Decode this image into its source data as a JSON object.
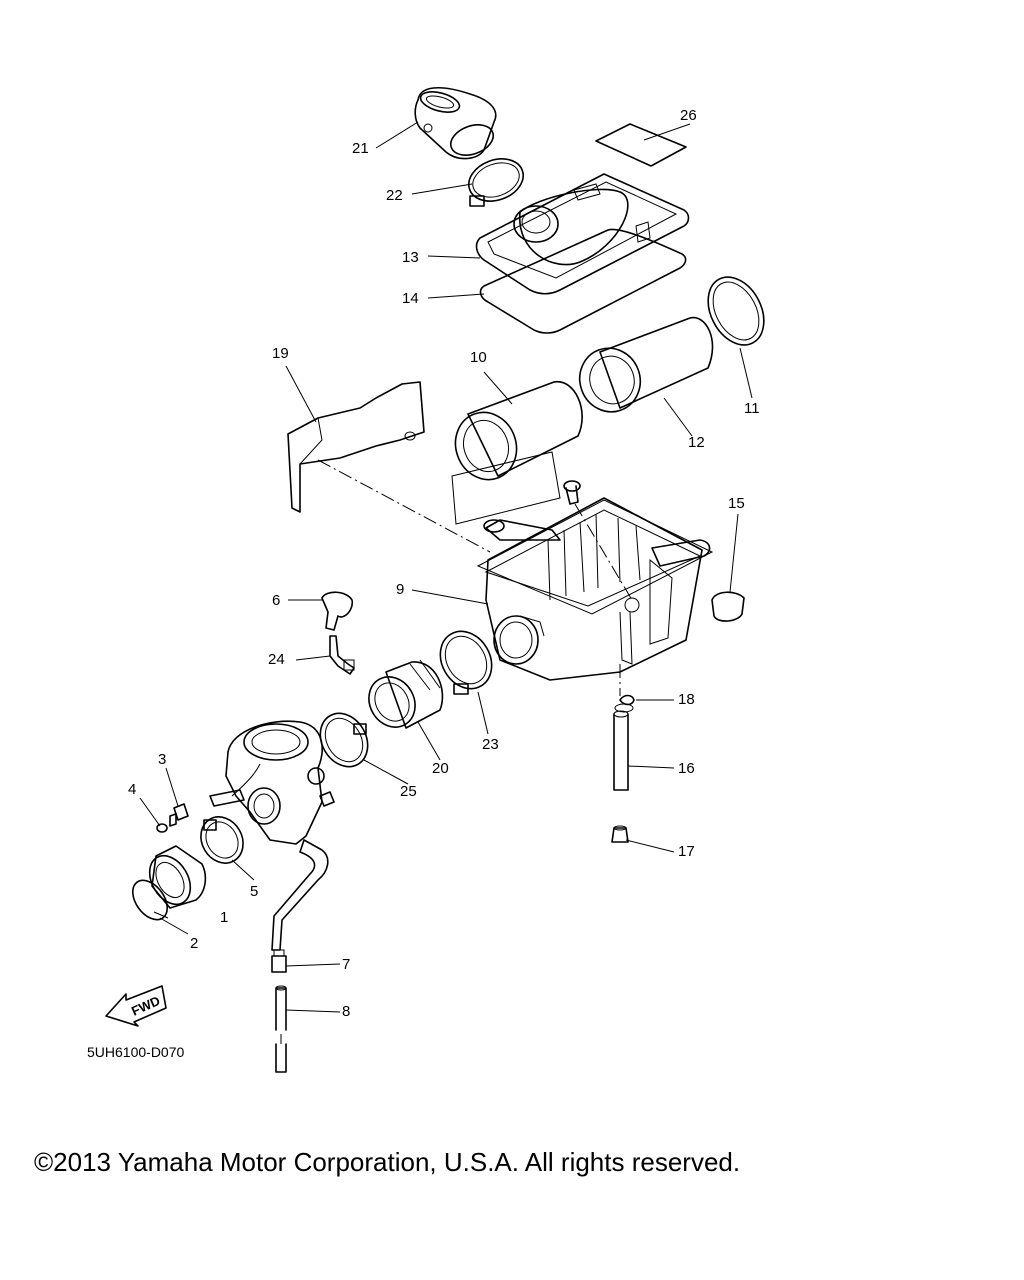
{
  "diagram": {
    "code": "5UH6100-D070",
    "fwd_label": "FWD",
    "callouts": [
      "1",
      "2",
      "3",
      "4",
      "5",
      "6",
      "7",
      "8",
      "9",
      "10",
      "11",
      "12",
      "13",
      "14",
      "15",
      "16",
      "17",
      "18",
      "19",
      "20",
      "21",
      "22",
      "23",
      "24",
      "25",
      "26"
    ]
  },
  "footer": {
    "copyright": "©2013 Yamaha Motor Corporation, U.S.A. All rights reserved."
  }
}
